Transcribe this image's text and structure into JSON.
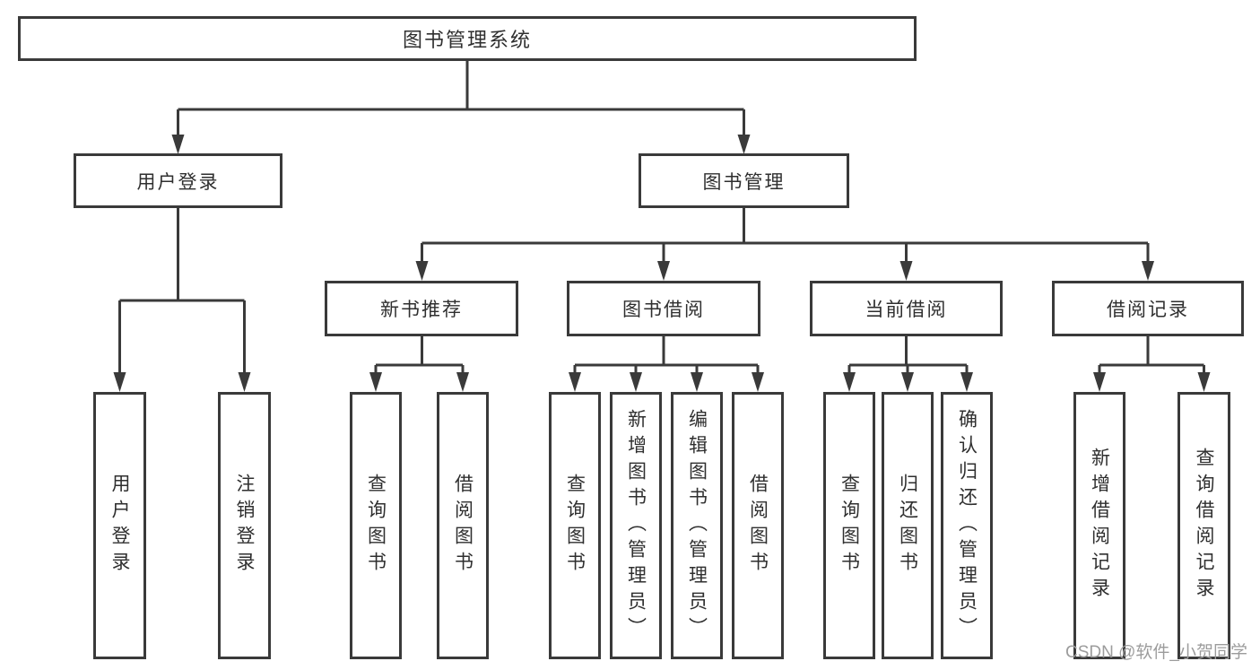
{
  "diagram": {
    "root": {
      "label": "图书管理系统"
    },
    "branches": [
      {
        "label": "用户登录",
        "children": [
          {
            "label": "用户登录"
          },
          {
            "label": "注销登录"
          }
        ]
      },
      {
        "label": "图书管理",
        "sections": [
          {
            "label": "新书推荐",
            "children": [
              {
                "label": "查询图书"
              },
              {
                "label": "借阅图书"
              }
            ]
          },
          {
            "label": "图书借阅",
            "children": [
              {
                "label": "查询图书"
              },
              {
                "label": "新增图书（管理员）"
              },
              {
                "label": "编辑图书（管理员）"
              },
              {
                "label": "借阅图书"
              }
            ]
          },
          {
            "label": "当前借阅",
            "children": [
              {
                "label": "查询图书"
              },
              {
                "label": "归还图书"
              },
              {
                "label": "确认归还（管理员）"
              }
            ]
          },
          {
            "label": "借阅记录",
            "children": [
              {
                "label": "新增借阅记录"
              },
              {
                "label": "查询借阅记录"
              }
            ]
          }
        ]
      }
    ]
  },
  "watermark": {
    "text": "CSDN @软件_小贺同学"
  },
  "colors": {
    "line": "#3a3a3a",
    "text": "#2f2f2f",
    "box_fill": "#ffffff",
    "background": "#ffffff",
    "watermark_color": "#9c9c9c"
  }
}
